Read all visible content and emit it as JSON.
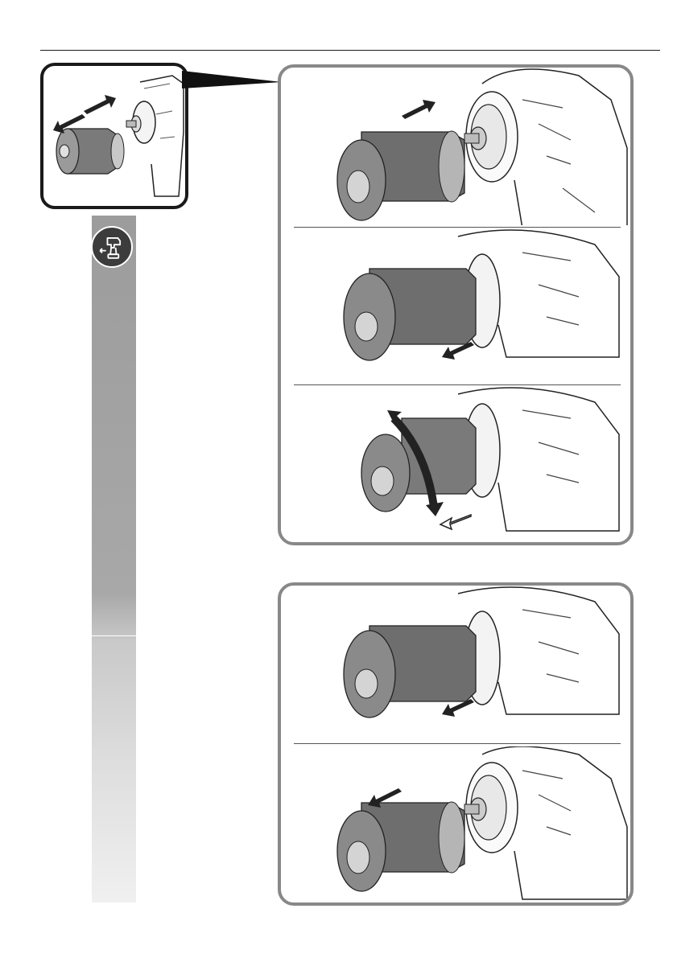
{
  "page": {
    "accent_band_color": "#a8a8a8",
    "frame_color": "#888888",
    "badge_icon": "cordless-drill-remove-battery-icon"
  },
  "illustrations": [
    {
      "id": "inset",
      "icon": "chuck-attach-detach-overview"
    },
    {
      "id": "step-1",
      "icon": "push-chuck-onto-spindle"
    },
    {
      "id": "step-2",
      "icon": "pull-sleeve-back"
    },
    {
      "id": "step-3",
      "icon": "rotate-and-release-sleeve"
    },
    {
      "id": "step-4",
      "icon": "pull-sleeve-to-remove"
    },
    {
      "id": "step-5",
      "icon": "withdraw-chuck"
    }
  ]
}
